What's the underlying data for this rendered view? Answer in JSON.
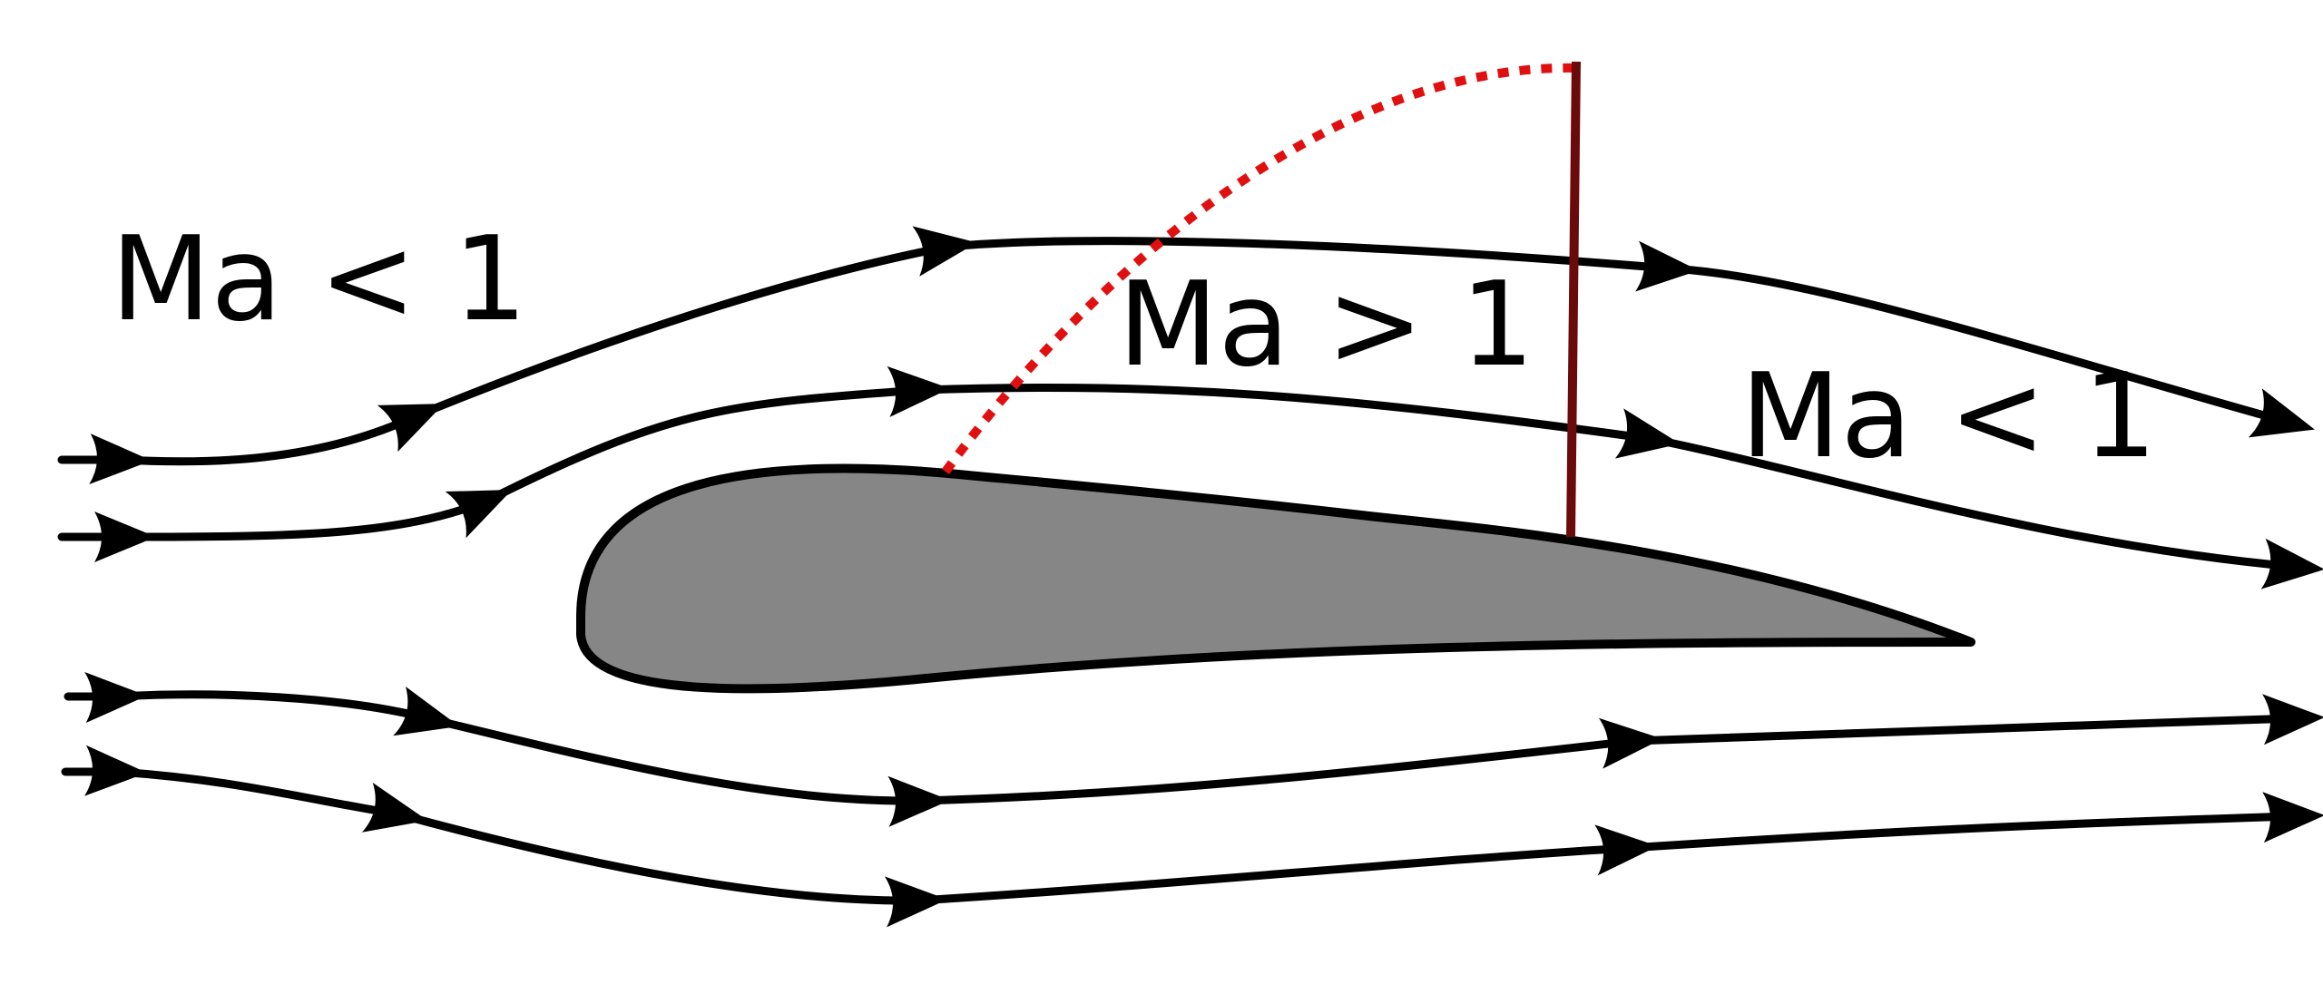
{
  "labels": {
    "upstream": "Ma < 1",
    "supersonic": "Ma > 1",
    "downstream": "Ma < 1"
  },
  "colors": {
    "streamline": "#000000",
    "airfoil_fill": "#868686",
    "airfoil_stroke": "#000000",
    "sonic_line": "#e01010",
    "shock": "#6b0a0a",
    "background": "#ffffff"
  },
  "icons": {
    "flow_arrow": "arrowhead-icon"
  }
}
